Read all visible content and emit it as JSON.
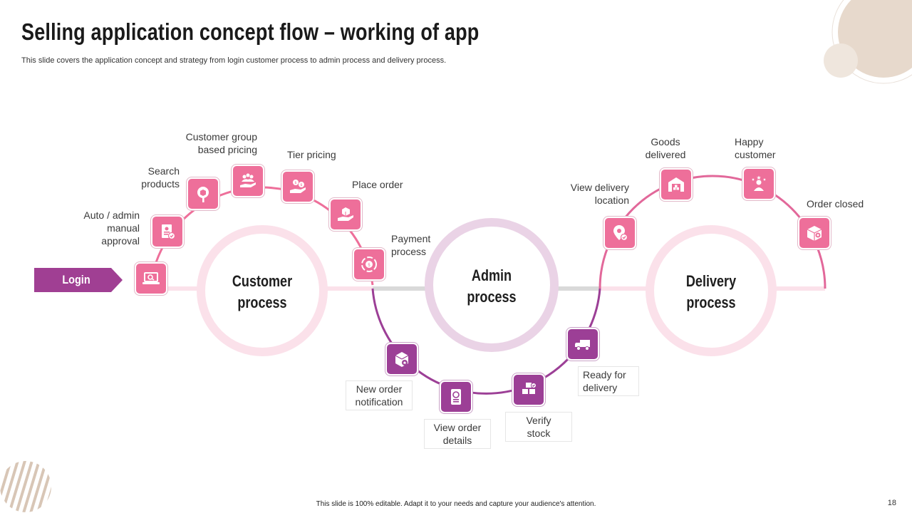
{
  "header": {
    "title": "Selling application concept flow – working of app",
    "subtitle": "This slide covers the application concept and strategy from login customer process to admin process and delivery process."
  },
  "login": {
    "label": "Login"
  },
  "circles": {
    "customer": {
      "line1": "Customer",
      "line2": "process"
    },
    "admin": {
      "line1": "Admin",
      "line2": "process"
    },
    "delivery": {
      "line1": "Delivery",
      "line2": "process"
    }
  },
  "steps": {
    "login_icon": {
      "icon": "laptop-search-icon"
    },
    "auto_admin": {
      "line1": "Auto / admin",
      "line2": "manual",
      "line3": "approval",
      "icon": "document-check-icon"
    },
    "search_products": {
      "line1": "Search",
      "line2": "products",
      "icon": "magnifier-box-icon"
    },
    "group_pricing": {
      "line1": "Customer group",
      "line2": "based pricing",
      "icon": "group-hand-icon"
    },
    "tier_pricing": {
      "line1": "Tier pricing",
      "icon": "coins-hand-icon"
    },
    "place_order": {
      "line1": "Place order",
      "icon": "box-hand-icon"
    },
    "payment": {
      "line1": "Payment",
      "line2": "process",
      "icon": "money-cycle-icon"
    },
    "new_order": {
      "line1": "New order",
      "line2": "notification",
      "icon": "box-star-icon"
    },
    "view_order": {
      "line1": "View order",
      "line2": "details",
      "icon": "phone-details-icon"
    },
    "verify_stock": {
      "line1": "Verify",
      "line2": "stock",
      "icon": "stacked-boxes-icon"
    },
    "ready_delivery": {
      "line1": "Ready for",
      "line2": "delivery",
      "icon": "truck-icon"
    },
    "view_location": {
      "line1": "View delivery",
      "line2": "location",
      "icon": "location-pin-icon"
    },
    "goods_delivered": {
      "line1": "Goods",
      "line2": "delivered",
      "icon": "warehouse-icon"
    },
    "happy_customer": {
      "line1": "Happy",
      "line2": "customer",
      "icon": "person-star-icon"
    },
    "order_closed": {
      "line1": "Order closed",
      "icon": "closed-box-icon"
    }
  },
  "colors": {
    "pink": "#ee6f9a",
    "purple": "#9c3f96",
    "login": "#a03f93",
    "light_pink": "#fbe1ea",
    "light_purple": "#ead3e6"
  },
  "footer": {
    "text": "This slide is 100% editable. Adapt it to your needs and capture your audience's attention.",
    "page": "18"
  }
}
